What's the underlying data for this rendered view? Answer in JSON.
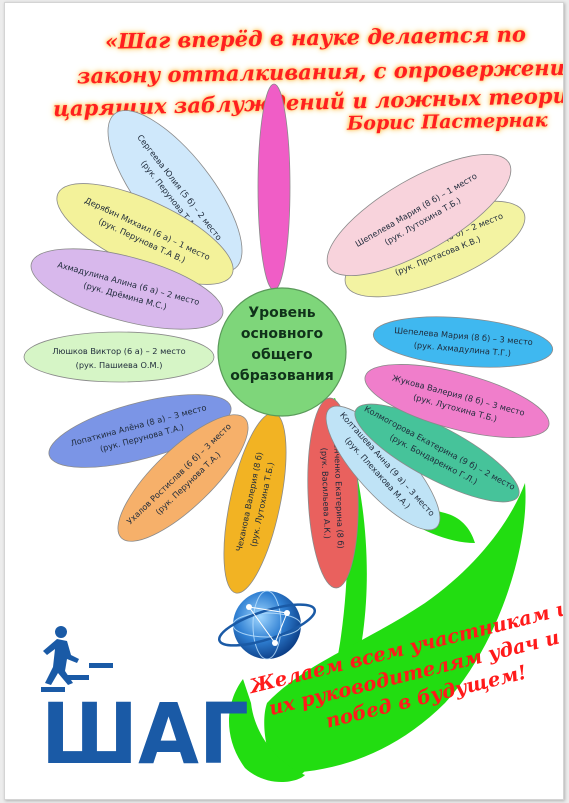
{
  "quote": {
    "line1": "«Шаг вперёд в науке делается по",
    "line2": "закону отталкивания, с опровержения",
    "line3": "царящих заблуждений и ложных теорий.»",
    "author": "Борис Пастернак"
  },
  "center": {
    "line1": "Уровень",
    "line2": "основного",
    "line3": "общего",
    "line4": "образования"
  },
  "petals": [
    {
      "line1": "Сергеева  Юлия  (5 б) – 2 место",
      "line2": "(рук. Перунова  Т.А.)"
    },
    {
      "line1": "Дерябин  Михаил  (6 а) – 1 место",
      "line2": "(рук. Перунова  Т.А В.)"
    },
    {
      "line1": "Ахмадулина  Алина  (6 а) – 2 место",
      "line2": "(рук. Дрёмина  М.С.)"
    },
    {
      "line1": "Люшков  Виктор  (6 а) – 2 место",
      "line2": "(рук. Пашиева  О.М.)"
    },
    {
      "line1": "Лопаткина  Алёна  (8 а) – 3 место",
      "line2": "(рук. Перунова  Т.А.)"
    },
    {
      "line1": "Ухалов Ростислав  (6 б) – 3 место",
      "line2": "(рук. Перунова  Т.А.)"
    },
    {
      "line1": "Чеханова  Валерия  (8 б)",
      "line2": "(рук. Лутохина  Т.Б.)"
    },
    {
      "line1": "Панченко  Екатерина  (8 б)",
      "line2": "(рук. Васильева  А.К.)"
    },
    {
      "line1": "Колташева  Анна  (9 а) – 3 место",
      "line2": "(рук. Плехакова  М.А.)"
    },
    {
      "line1": "Колмогорова  Екатерина  (9 б) – 2 место",
      "line2": "(рук. Бондаренко  Г.Л.)"
    },
    {
      "line1": "Жукова  Валерия  (8 б) – 3 место",
      "line2": "(рук. Лутохина  Т.Б.)"
    },
    {
      "line1": "Шепелева  Мария  (8 б) – 3 место",
      "line2": "(рук. Ахмадулина  Т.Г.)"
    },
    {
      "line1": "Сотвалдиев  Дионис  (8 б) – 2 место",
      "line2": "(рук. Протасова  К.В.)"
    },
    {
      "line1": "Шепелева  Мария  (8 б) – 1 место",
      "line2": "(рук. Лутохина  Т.Б.)"
    }
  ],
  "logo": {
    "text": "ШАГ"
  },
  "wish": {
    "line1": "Желаем всем участникам и",
    "line2": "их руководителям удач и",
    "line3": "побед в будущем!"
  },
  "colors": {
    "quote": "#ff1f1f",
    "center_fill": "#7ed67a",
    "leaf": "#22dd11",
    "logo_blue": "#1a5aa6",
    "wish": "#ff1a1a",
    "petals": [
      "#cfe8fb",
      "#f3f29a",
      "#d8b8ec",
      "#d6f5c6",
      "#7b95e6",
      "#f6b06a",
      "#f2b323",
      "#e9615e",
      "#bfe3f6",
      "#46c39a",
      "#f07ecb",
      "#3fb8f0",
      "#f3f3a2",
      "#f8d3dc",
      "#f05dc6"
    ]
  }
}
